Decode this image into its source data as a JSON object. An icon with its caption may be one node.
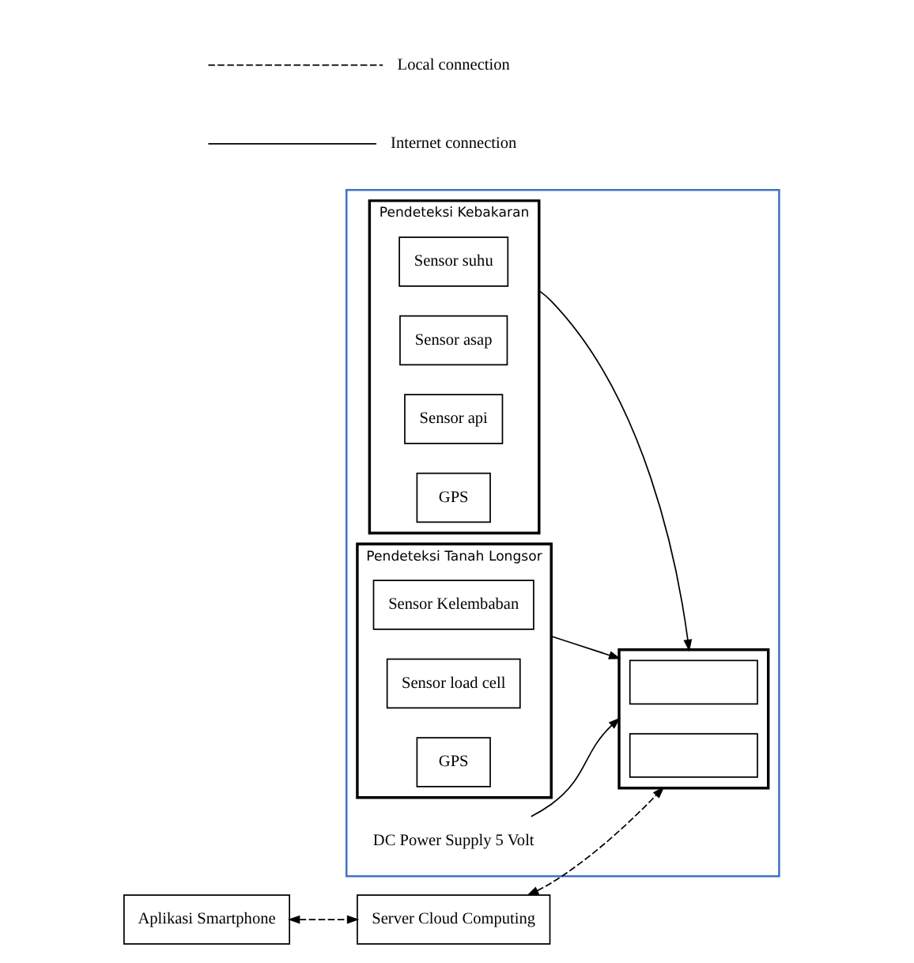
{
  "diagram": {
    "nodes": [
      {
        "text": [],
        "shape": "box"
      },
      {
        "text": [
          "Pendeteksi Kebakaran"
        ],
        "in": 0
      },
      {
        "text": [
          "Sensor suhu"
        ],
        "in": 1
      },
      {
        "text": [
          "Sensor asap"
        ],
        "in": 1
      },
      {
        "text": [
          "Sensor api"
        ],
        "in": 1
      },
      {
        "text": [
          "GPS"
        ],
        "in": 1
      },
      {
        "text": [
          "Pendeteksi Tanah Longsor"
        ],
        "in": 0
      },
      {
        "text": [
          "Sensor Kelembaban"
        ],
        "in": 6
      },
      {
        "text": [
          "Sensor load cell"
        ],
        "in": 6
      },
      {
        "text": [
          "GPS"
        ],
        "in": 6
      },
      {
        "text": [
          "DC Power Supply 5 Volt"
        ],
        "in": 0
      },
      {
        "text": [],
        "shape": "box",
        "in": 0
      },
      {
        "text": [],
        "shape": "box",
        "in": 11
      },
      {
        "text": [],
        "shape": "box",
        "in": 11
      },
      {
        "text": [
          "Aplikasi Smartphone"
        ]
      },
      {
        "text": [
          "Server Cloud Computing"
        ]
      }
    ],
    "edges": [
      {
        "from": 1,
        "to": 11,
        "arrow": "to"
      },
      {
        "from": 6,
        "to": 11,
        "arrow": "to"
      },
      {
        "from": 10,
        "to": 11,
        "arrow": "to"
      },
      {
        "from": 15,
        "to": 11,
        "arrow": "both",
        "style": "dashed"
      },
      {
        "from": 14,
        "to": 15,
        "arrow": "both",
        "style": "dashed"
      }
    ],
    "legend": [
      {
        "text": "Local connection"
      },
      {
        "text": "Internet connection"
      }
    ]
  }
}
